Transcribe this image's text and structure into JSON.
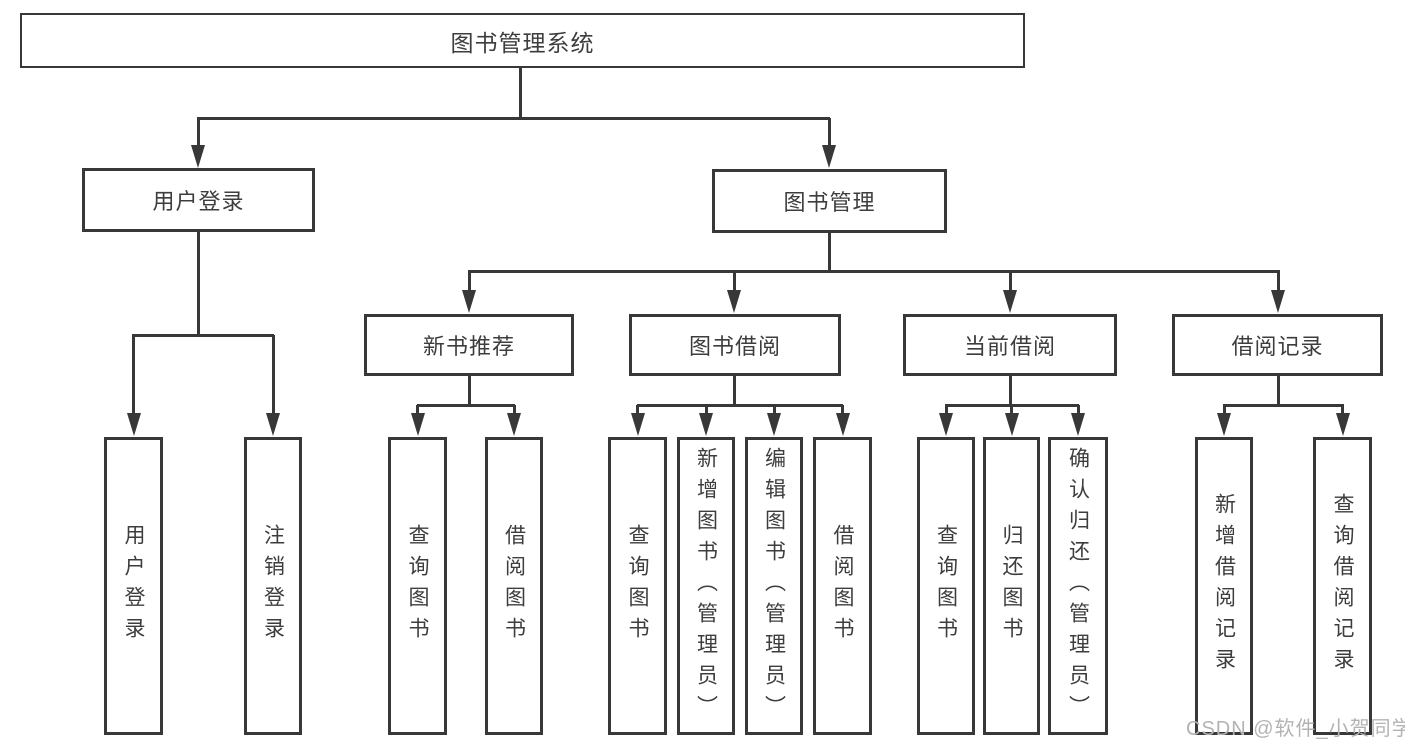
{
  "diagram": {
    "root": {
      "label": "图书管理系统"
    },
    "branches": [
      {
        "label": "用户登录",
        "children": [
          {
            "label": "用户登录"
          },
          {
            "label": "注销登录"
          }
        ]
      },
      {
        "label": "图书管理",
        "children": [
          {
            "label": "新书推荐",
            "children": [
              {
                "label": "查询图书"
              },
              {
                "label": "借阅图书"
              }
            ]
          },
          {
            "label": "图书借阅",
            "children": [
              {
                "label": "查询图书"
              },
              {
                "label": "新增图书（管理员）"
              },
              {
                "label": "编辑图书（管理员）"
              },
              {
                "label": "借阅图书"
              }
            ]
          },
          {
            "label": "当前借阅",
            "children": [
              {
                "label": "查询图书"
              },
              {
                "label": "归还图书"
              },
              {
                "label": "确认归还（管理员）"
              }
            ]
          },
          {
            "label": "借阅记录",
            "children": [
              {
                "label": "新增借阅记录"
              },
              {
                "label": "查询借阅记录"
              }
            ]
          }
        ]
      }
    ]
  },
  "watermark": {
    "text": "CSDN @软件_小贺同学"
  },
  "colors": {
    "line": "#383838",
    "text": "#3d3d3d",
    "watermark": "#b3b3b3",
    "background": "#ffffff"
  }
}
